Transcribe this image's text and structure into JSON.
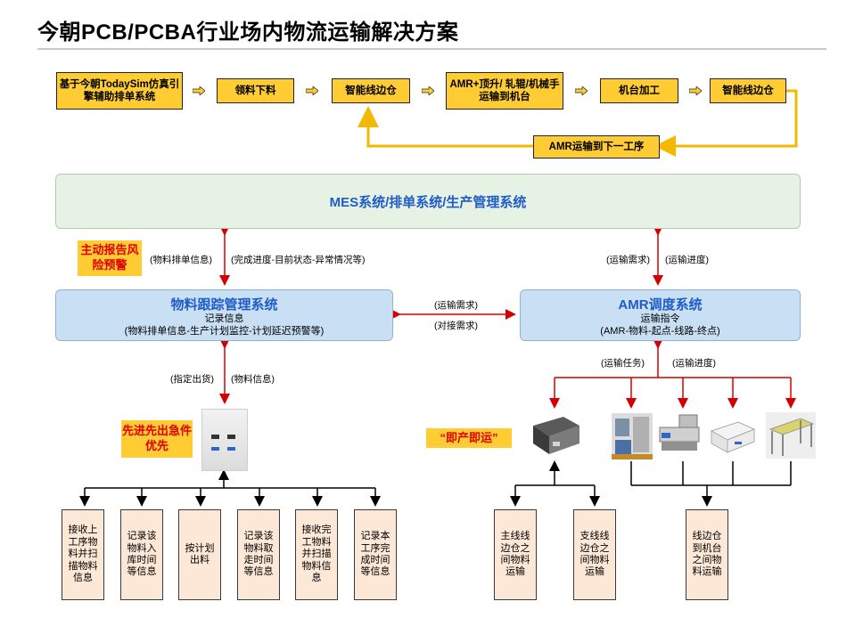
{
  "title": "今朝PCB/PCBA行业场内物流运输解决方案",
  "flow": {
    "step1": "基于今朝TodaySim仿真引擎辅助排单系统",
    "step2": "领料下料",
    "step3": "智能线边仓",
    "step4": "AMR+顶升/ 轧辊/机械手运输到机台",
    "step5": "机台加工",
    "step6": "智能线边仓",
    "return": "AMR运输到下一工序"
  },
  "mes": "MES系统/排单系统/生产管理系统",
  "warning_left": "主动报告风险预警",
  "labels": {
    "material_schedule": "(物料排单信息)",
    "progress_status": "(完成进度-目前状态-异常情况等)",
    "transport_demand_top": "(运输需求)",
    "transport_progress_top": "(运输进度)",
    "transport_demand_mid": "(运输需求)",
    "docking_demand": "(对接需求)",
    "assign_out": "(指定出货)",
    "material_info": "(物料信息)",
    "transport_task": "(运输任务)",
    "transport_progress_bottom": "(运输进度)"
  },
  "tracking": {
    "title": "物料跟踪管理系统",
    "line1": "记录信息",
    "line2": "(物料排单信息-生产计划监控-计划延迟预警等)"
  },
  "amr": {
    "title": "AMR调度系统",
    "line1": "运输指令",
    "line2": "(AMR-物料-起点-线路-终点)"
  },
  "fifo": "先进先出急件优先",
  "instant": "“即产即运”",
  "bottom_left": [
    "接收上工序物料并扫描物料信息",
    "记录该物料入库时间等信息",
    "按计划出料",
    "记录该物料取走时间等信息",
    "接收完工物料并扫描物料信息",
    "记录本工序完成时间等信息"
  ],
  "bottom_right": [
    "主线线边仓之间物料运输",
    "支线线边仓之间物料运输",
    "线边仓到机台之间物料运输"
  ],
  "images": [
    "storage-cabinet",
    "amr-robot-large",
    "amr-robot-machine",
    "amr-robot-cart",
    "amr-robot-small",
    "conveyor-rack"
  ],
  "colors": {
    "yellow": "#ffcc33",
    "red": "#e00000",
    "blue_title": "#1f5cc7",
    "mes_bg": "#e6f2e4",
    "blue_bg": "#c9dff3",
    "pink_bg": "#fde8d8"
  }
}
